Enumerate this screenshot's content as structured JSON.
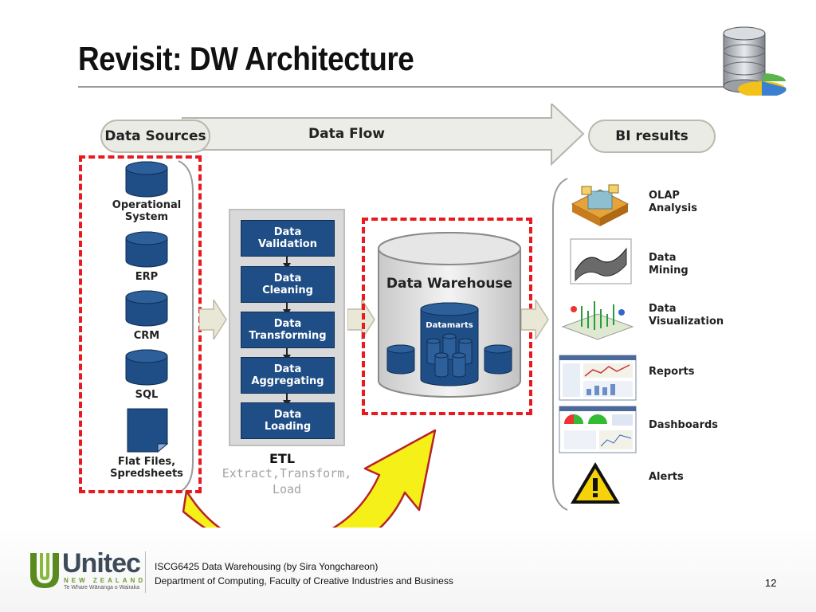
{
  "slide": {
    "title": "Revisit: DW Architecture",
    "page_number": "12"
  },
  "flow": {
    "data_sources": "Data Sources",
    "data_flow": "Data Flow",
    "bi_results": "BI results"
  },
  "sources": [
    {
      "label": "Operational System"
    },
    {
      "label": "ERP"
    },
    {
      "label": "CRM"
    },
    {
      "label": "SQL"
    },
    {
      "label": "Flat Files, Spredsheets"
    }
  ],
  "etl": {
    "steps": [
      {
        "line1": "Data",
        "line2": "Validation"
      },
      {
        "line1": "Data",
        "line2": "Cleaning"
      },
      {
        "line1": "Data",
        "line2": "Transforming"
      },
      {
        "line1": "Data",
        "line2": "Aggregating"
      },
      {
        "line1": "Data",
        "line2": "Loading"
      }
    ],
    "label": "ETL",
    "subtitle_line1": "Extract,Transform,",
    "subtitle_line2": "Load"
  },
  "warehouse": {
    "title": "Data Warehouse",
    "datamarts": "Datamarts"
  },
  "bi": [
    {
      "line1": "OLAP",
      "line2": "Analysis",
      "icon": "olap-cube-icon"
    },
    {
      "line1": "Data",
      "line2": "Mining",
      "icon": "surface-plot-icon"
    },
    {
      "line1": "Data",
      "line2": "Visualization",
      "icon": "3d-chart-icon"
    },
    {
      "line1": "Reports",
      "line2": "",
      "icon": "report-screen-icon"
    },
    {
      "line1": "Dashboards",
      "line2": "",
      "icon": "dashboard-screen-icon"
    },
    {
      "line1": "Alerts",
      "line2": "",
      "icon": "warning-triangle-icon"
    }
  ],
  "footer": {
    "logo_text": "Unitec",
    "logo_sub": "NEW ZEALAND",
    "logo_tag": "Te Whare Wānanga o Wairaka",
    "line1": "ISCG6425 Data Warehousing (by Sira Yongchareon)",
    "line2": "Department of Computing, Faculty of Creative Industries and Business"
  },
  "colors": {
    "cylinder_blue": "#1f4e86",
    "highlight_red": "#e8191f",
    "arrow_yellow": "#f5f018",
    "pill_gray": "#ebebe6"
  }
}
